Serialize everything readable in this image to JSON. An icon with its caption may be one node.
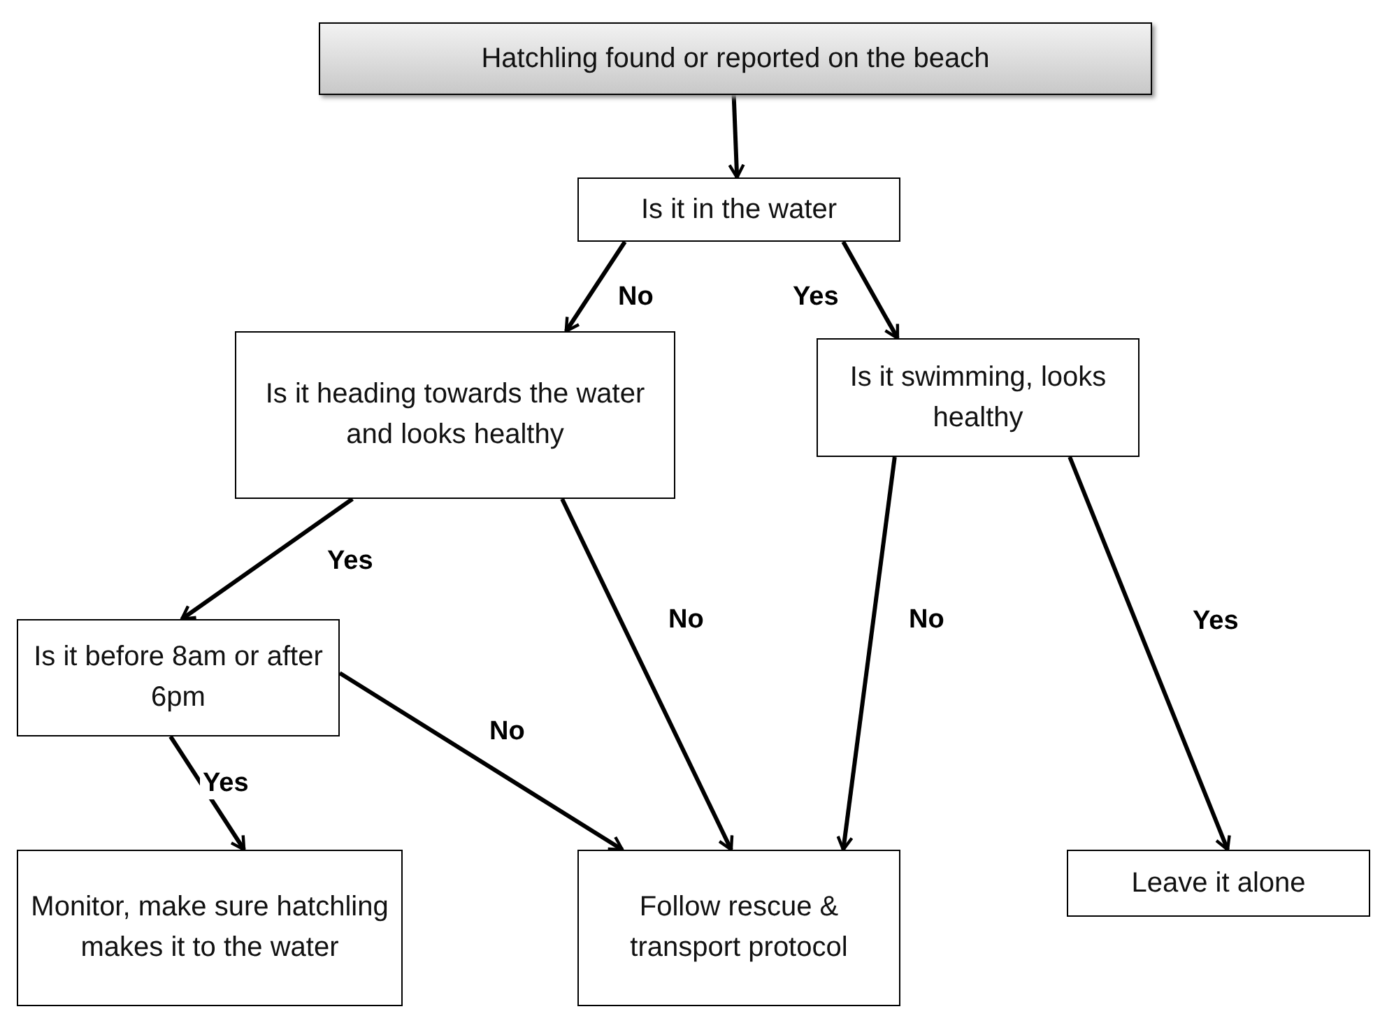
{
  "diagram": {
    "nodes": [
      {
        "text": [
          "Hatchling found or reported on the  beach"
        ]
      },
      {
        "text": [
          "Is it in the water"
        ]
      },
      {
        "text": [
          "Is it heading towards the water and looks healthy"
        ]
      },
      {
        "text": [
          "Is it swimming, looks healthy"
        ]
      },
      {
        "text": [
          "Is it before 8am or after 6pm"
        ]
      },
      {
        "text": [
          "Monitor, make sure hatchling makes it to the water"
        ]
      },
      {
        "text": [
          "Follow rescue & transport protocol"
        ]
      },
      {
        "text": [
          "Leave it alone"
        ]
      }
    ],
    "edges": [
      {
        "from": 0,
        "to": 1,
        "arrow": "to"
      },
      {
        "from": 1,
        "to": 2,
        "arrow": "to",
        "label": "No"
      },
      {
        "from": 1,
        "to": 3,
        "arrow": "to",
        "label": "Yes"
      },
      {
        "from": 2,
        "to": 4,
        "arrow": "to",
        "label": "Yes"
      },
      {
        "from": 2,
        "to": 6,
        "arrow": "to",
        "label": "No"
      },
      {
        "from": 3,
        "to": 6,
        "arrow": "to",
        "label": "No"
      },
      {
        "from": 3,
        "to": 7,
        "arrow": "to",
        "label": "Yes"
      },
      {
        "from": 4,
        "to": 6,
        "arrow": "to",
        "label": "No"
      },
      {
        "from": 4,
        "to": 5,
        "arrow": "to",
        "label": "Yes"
      }
    ]
  }
}
